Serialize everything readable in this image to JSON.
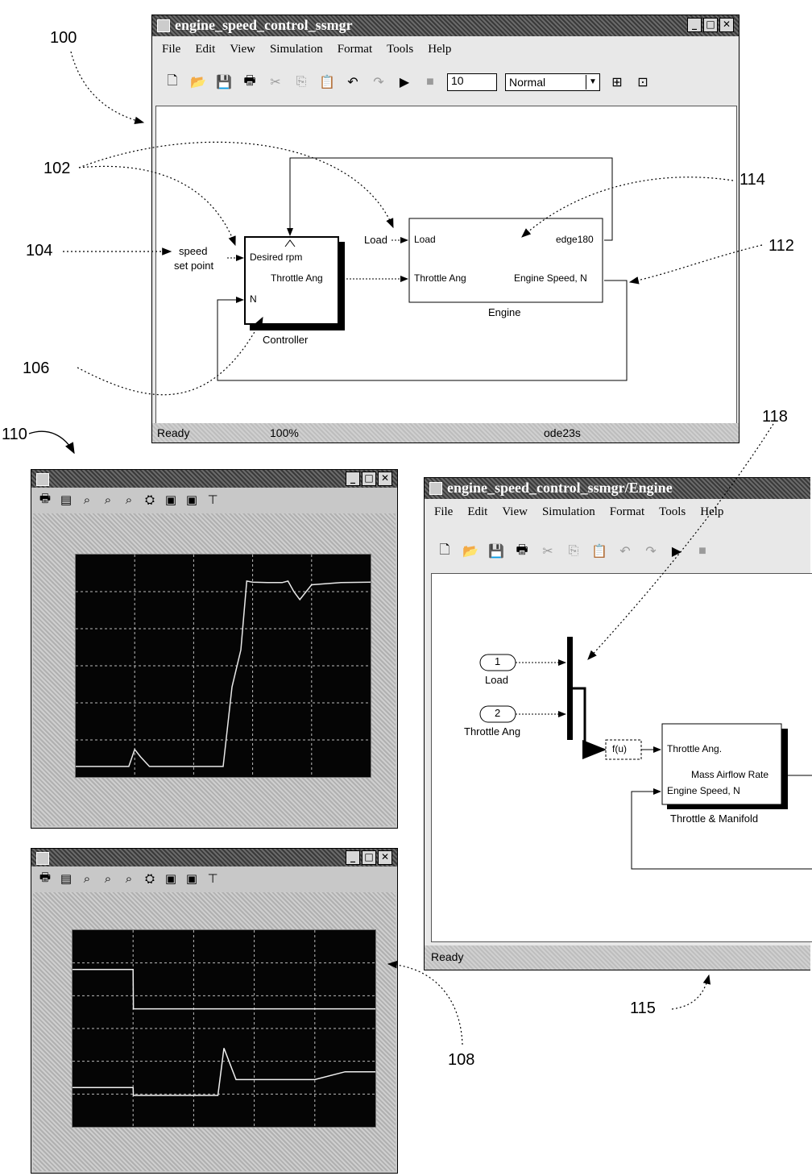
{
  "refs": {
    "r100": "100",
    "r102": "102",
    "r104": "104",
    "r106": "106",
    "r108": "108",
    "r110": "110",
    "r112": "112",
    "r114": "114",
    "r115": "115",
    "r118": "118"
  },
  "main_window": {
    "title": "engine_speed_control_ssmgr",
    "menu": [
      "File",
      "Edit",
      "View",
      "Simulation",
      "Format",
      "Tools",
      "Help"
    ],
    "stop_time": "10",
    "sim_mode": "Normal",
    "status": {
      "ready": "Ready",
      "zoom": "100%",
      "solver": "ode23s"
    },
    "blocks": {
      "speed_set_point_line1": "speed",
      "speed_set_point_line2": "set point",
      "controller_in_desired": "Desired rpm",
      "controller_out": "Throttle Ang",
      "controller_in_n": "N",
      "controller_name": "Controller",
      "load_const": "Load",
      "engine_in_load": "Load",
      "engine_in_throttle": "Throttle Ang",
      "engine_out_edge": "edge180",
      "engine_out_speed": "Engine Speed, N",
      "engine_name": "Engine"
    }
  },
  "engine_window": {
    "title": "engine_speed_control_ssmgr/Engine",
    "menu": [
      "File",
      "Edit",
      "View",
      "Simulation",
      "Format",
      "Tools",
      "Help"
    ],
    "status": "Ready",
    "blocks": {
      "port1_num": "1",
      "port1_name": "Load",
      "port2_num": "2",
      "port2_name": "Throttle Ang",
      "fcn": "f(u)",
      "tm_in1": "Throttle Ang.",
      "tm_out": "Mass Airflow Rate",
      "tm_in2": "Engine Speed, N",
      "tm_name": "Throttle & Manifold"
    }
  },
  "scope_speed": {
    "trace_color": "#e8e8e8",
    "chart_data": {
      "type": "line",
      "x": [
        0,
        1,
        1.8,
        2,
        2.2,
        2.5,
        2.8,
        3,
        4,
        4.5,
        5,
        5.3,
        5.6,
        5.8,
        6,
        6.5,
        7,
        7.2,
        7.4,
        7.6,
        8,
        9,
        10
      ],
      "series": [
        {
          "values": [
            2000,
            2000,
            2000,
            2320,
            2180,
            2000,
            2000,
            2000,
            2000,
            2000,
            2000,
            3500,
            4200,
            5500,
            5480,
            5470,
            5470,
            5500,
            5300,
            5150,
            5430,
            5470,
            5480
          ]
        }
      ],
      "xlim": [
        0,
        10
      ],
      "ylim": [
        1800,
        6000
      ],
      "grid": true
    }
  },
  "scope_load": {
    "trace_color": "#f0f0f0",
    "chart_data": {
      "type": "line",
      "x": [
        0,
        1,
        2,
        2.01,
        3,
        4,
        4.5,
        4.8,
        5,
        5.2,
        5.4,
        6,
        7,
        8,
        9,
        10
      ],
      "series": [
        {
          "values": [
            25,
            25,
            25,
            20,
            20,
            20,
            20,
            20,
            20,
            20,
            20,
            20,
            20,
            20,
            20,
            20
          ]
        },
        {
          "values": [
            10,
            10,
            10,
            9,
            9,
            9,
            9,
            9,
            15,
            13,
            11,
            11,
            11,
            11,
            12,
            12
          ]
        }
      ],
      "xlim": [
        0,
        10
      ],
      "ylim": [
        5,
        30
      ],
      "grid": true
    }
  }
}
